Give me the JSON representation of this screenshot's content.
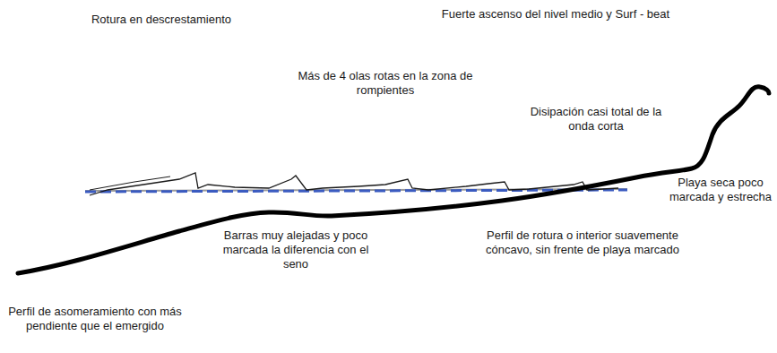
{
  "diagram": {
    "labels": [
      "Rotura en descrestamiento",
      "Fuerte ascenso del nivel medio y Surf - beat",
      "Más de 4 olas rotas en la zona de rompientes",
      "Disipación casi total de la onda corta",
      "Playa seca poco marcada y estrecha",
      "Barras muy alejadas y poco marcada la diferencia con el seno",
      "Perfil de rotura o interior suavemente cóncavo, sin frente de playa marcado",
      "Perfil de asomeramiento con más pendiente que el emergido"
    ]
  }
}
